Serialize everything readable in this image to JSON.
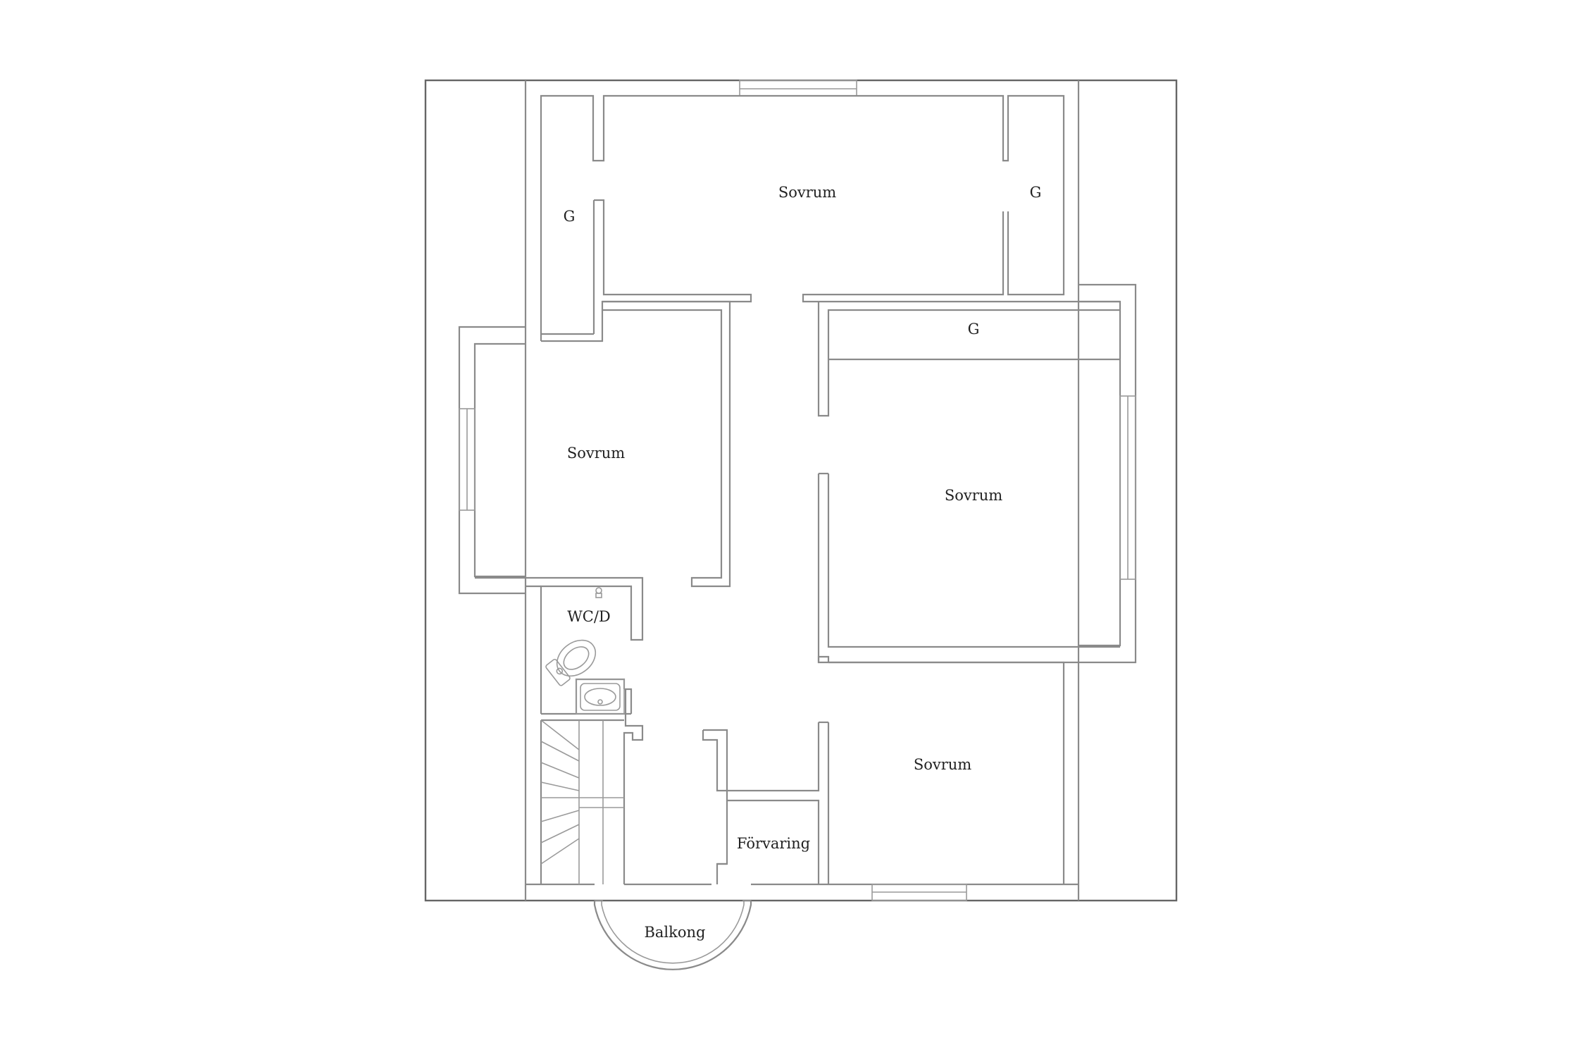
{
  "rooms": {
    "bedroom_top": "Sovrum",
    "closet_top_left": "G",
    "closet_top_right": "G",
    "closet_right": "G",
    "bedroom_left": "Sovrum",
    "bedroom_right": "Sovrum",
    "bedroom_bottom": "Sovrum",
    "wc": "WC/D",
    "storage": "Förvaring",
    "balcony": "Balkong"
  }
}
